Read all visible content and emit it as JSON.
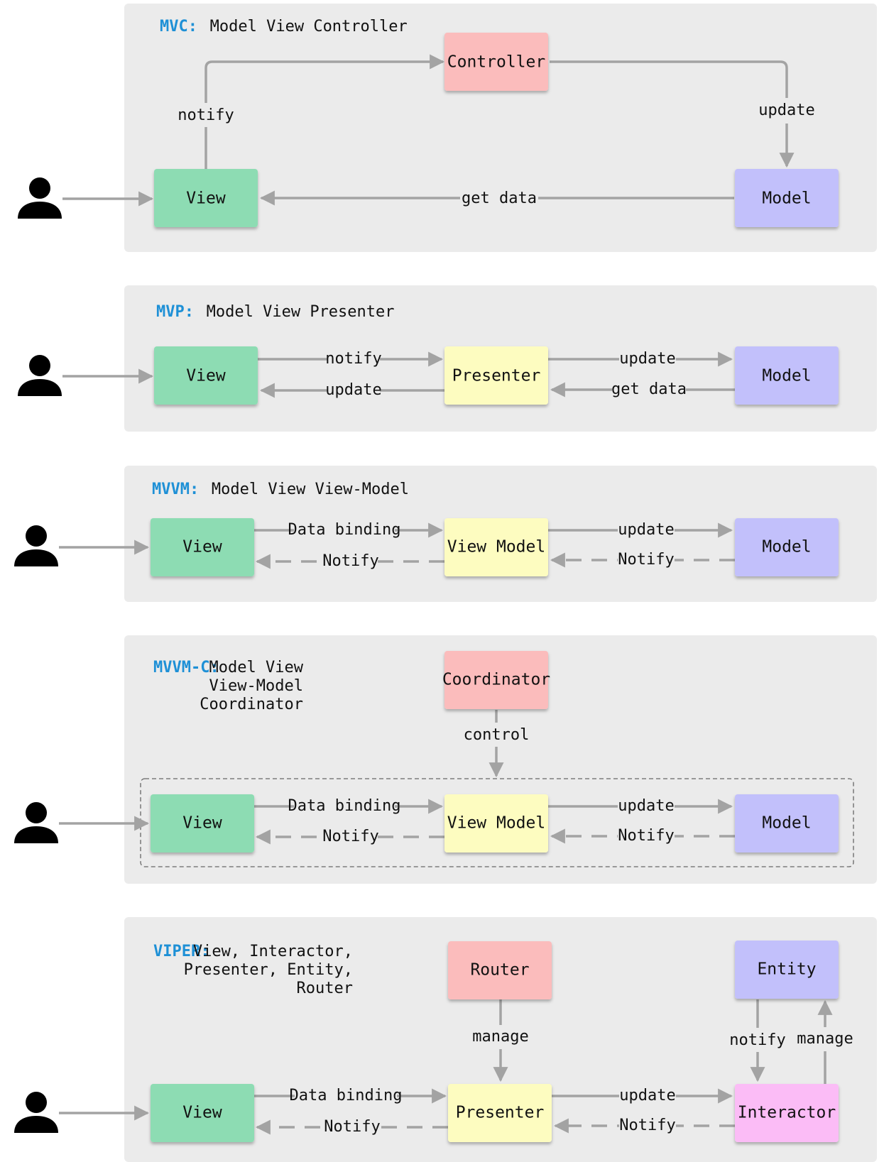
{
  "colors": {
    "accent": "#1e90d6",
    "panel": "#ebebeb",
    "edge": "#a3a3a3",
    "green": "#8ddcb3",
    "red": "#fbbcbc",
    "yellow": "#fdfcc0",
    "purple": "#c2c0fb",
    "pink": "#fbbcf6"
  },
  "mvc": {
    "title_key": "MVC:",
    "title_lines": [
      "Model View Controller"
    ],
    "controller": "Controller",
    "view": "View",
    "model": "Model",
    "notify": "notify",
    "update": "update",
    "get_data": "get data"
  },
  "mvp": {
    "title_key": "MVP:",
    "title_lines": [
      "Model View Presenter"
    ],
    "view": "View",
    "presenter": "Presenter",
    "model": "Model",
    "notify": "notify",
    "update_back": "update",
    "update": "update",
    "get_data": "get data"
  },
  "mvvm": {
    "title_key": "MVVM:",
    "title_lines": [
      "Model View View-Model"
    ],
    "view": "View",
    "view_model": "View Model",
    "model": "Model",
    "data_binding": "Data binding",
    "notify_left": "Notify",
    "update": "update",
    "notify_right": "Notify"
  },
  "mvvmc": {
    "title_key": "MVVM-C:",
    "title_lines": [
      "Model View",
      "View-Model",
      "Coordinator"
    ],
    "coordinator": "Coordinator",
    "control": "control",
    "view": "View",
    "view_model": "View Model",
    "model": "Model",
    "data_binding": "Data binding",
    "notify_left": "Notify",
    "update": "update",
    "notify_right": "Notify"
  },
  "viper": {
    "title_key": "VIPER:",
    "title_lines": [
      "View, Interactor,",
      "Presenter, Entity,",
      "Router"
    ],
    "router": "Router",
    "entity": "Entity",
    "view": "View",
    "presenter": "Presenter",
    "interactor": "Interactor",
    "manage": "manage",
    "notify_up": "notify",
    "manage_up": "manage",
    "data_binding": "Data binding",
    "notify_left": "Notify",
    "update": "update",
    "notify_right": "Notify"
  },
  "icons": [
    "user-icon"
  ]
}
